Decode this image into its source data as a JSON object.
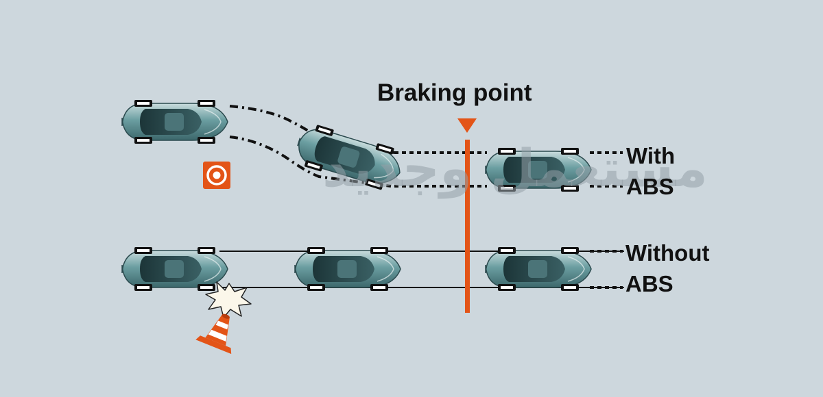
{
  "diagram": {
    "title": "Braking point",
    "with_abs": {
      "line1": "With",
      "line2": "ABS"
    },
    "without_abs": {
      "line1": "Without",
      "line2": "ABS"
    },
    "watermark": "مستعمل وجديد"
  },
  "colors": {
    "background": "#cdd7dd",
    "braking_line": "#e35417",
    "car_body": "#5b8d91",
    "car_dark": "#2c4c50",
    "tire": "#111111",
    "text": "#111111",
    "cone": "#e35417"
  },
  "icons": [
    "target-icon",
    "traffic-cone-icon",
    "impact-burst-icon",
    "braking-marker-icon"
  ]
}
